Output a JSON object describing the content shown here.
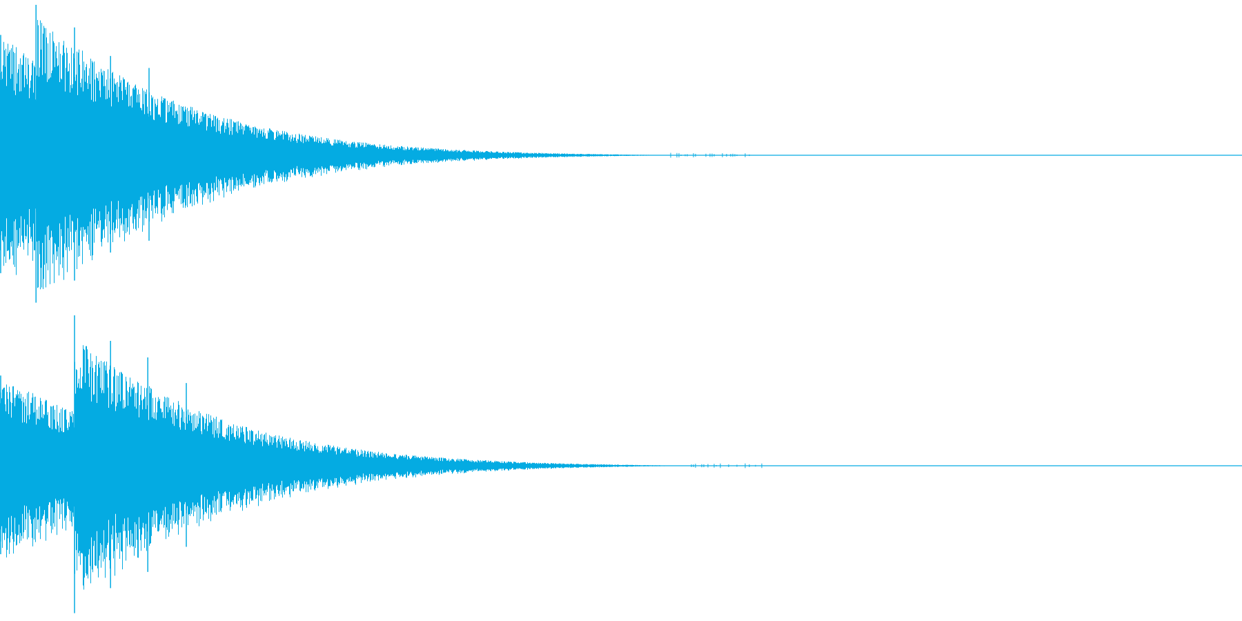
{
  "waveform": {
    "color": "#04ABE2",
    "background": "#FFFFFF",
    "channels": [
      {
        "name": "channel-1",
        "transients": [
          {
            "t": 0.0,
            "amp": 0.8
          },
          {
            "t": 0.029,
            "amp": 1.0
          },
          {
            "t": 0.06,
            "amp": 0.85
          },
          {
            "t": 0.089,
            "amp": 0.66
          },
          {
            "t": 0.12,
            "amp": 0.58
          }
        ],
        "decay_end": 0.54
      },
      {
        "name": "channel-2",
        "transients": [
          {
            "t": 0.0,
            "amp": 0.6
          },
          {
            "t": 0.06,
            "amp": 1.0
          },
          {
            "t": 0.089,
            "amp": 0.83
          },
          {
            "t": 0.119,
            "amp": 0.72
          },
          {
            "t": 0.15,
            "amp": 0.55
          }
        ],
        "decay_end": 0.55
      }
    ]
  }
}
